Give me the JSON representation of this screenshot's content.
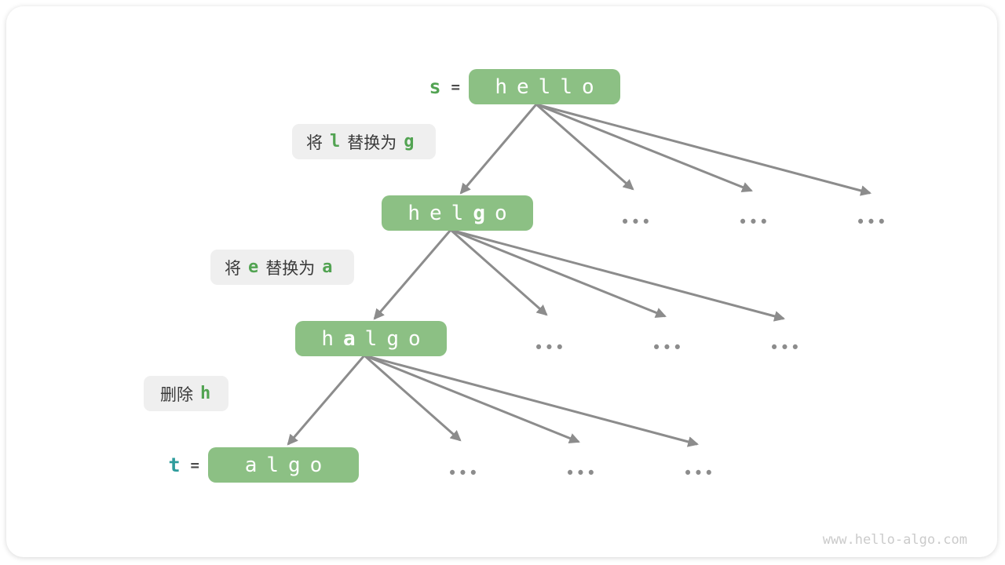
{
  "nodes": {
    "hello": {
      "var": "s",
      "eq": "=",
      "c0": "h",
      "c1": "e",
      "c2": "l",
      "c3": "l",
      "c4": "o"
    },
    "helgo": {
      "c0": "h",
      "c1": "e",
      "c2": "l",
      "c3": "g",
      "c4": "o"
    },
    "halgo": {
      "c0": "h",
      "c1": "a",
      "c2": "l",
      "c3": "g",
      "c4": "o"
    },
    "algo": {
      "var": "t",
      "eq": "=",
      "c0": "a",
      "c1": "l",
      "c2": "g",
      "c3": "o"
    }
  },
  "labels": {
    "replace_l_g": {
      "t1": "将",
      "v1": "l",
      "t2": "替换为",
      "v2": "g"
    },
    "replace_e_a": {
      "t1": "将",
      "v1": "e",
      "t2": "替换为",
      "v2": "a"
    },
    "delete_h": {
      "t1": "删除",
      "v1": "h"
    }
  },
  "ellipsis": "•••",
  "watermark": "www.hello-algo.com",
  "colors": {
    "node_green": "#8CC084",
    "accent_green": "#52A352",
    "accent_teal": "#2E9C9C",
    "arrow_gray": "#8C8C8C",
    "label_bg": "#EFEFEF"
  }
}
